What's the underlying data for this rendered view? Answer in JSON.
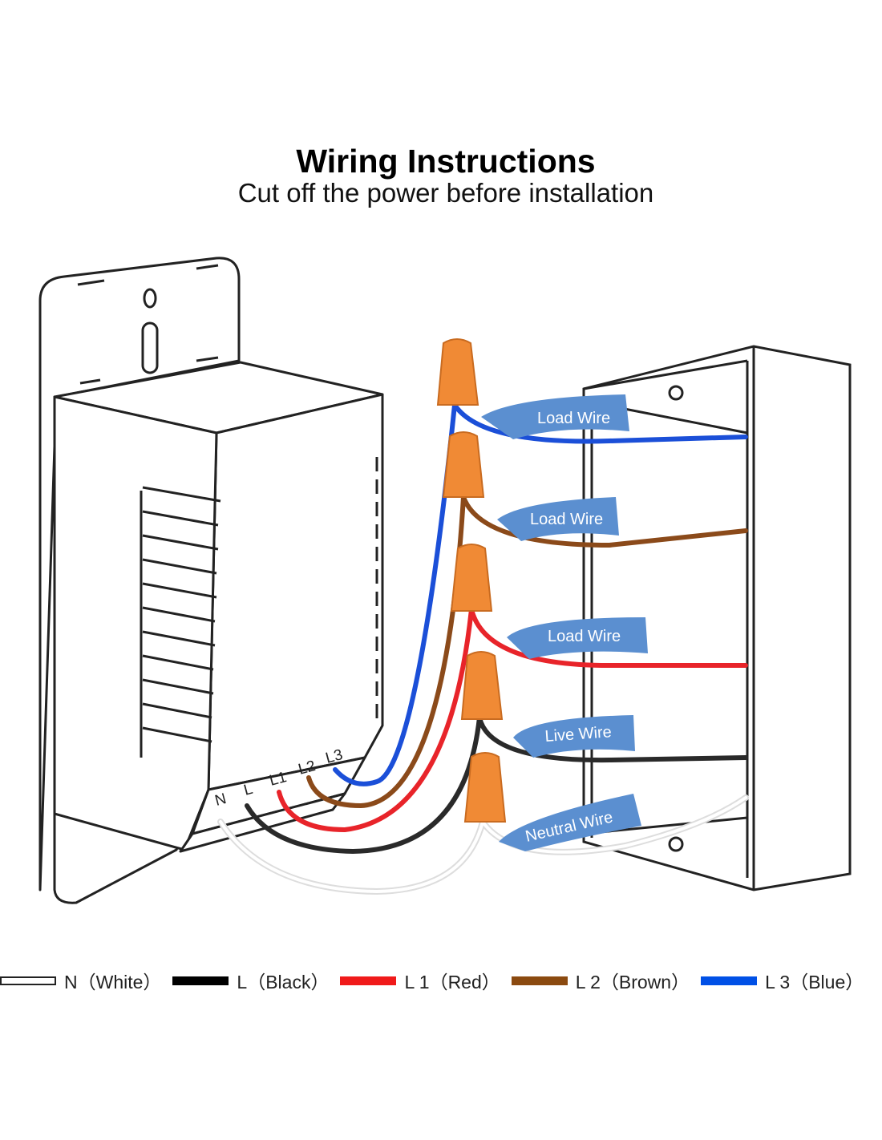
{
  "title": "Wiring Instructions",
  "subtitle": "Cut off the power before installation",
  "terminals": [
    "N",
    "L",
    "L1",
    "L2",
    "L3"
  ],
  "wire_labels": [
    "Load Wire",
    "Load Wire",
    "Load Wire",
    "Live Wire",
    "Neutral Wire"
  ],
  "legend": [
    {
      "label": "N（White）",
      "color": "#ffffff"
    },
    {
      "label": "L（Black）",
      "color": "#000000"
    },
    {
      "label": "L 1（Red）",
      "color": "#f01a1a"
    },
    {
      "label": "L 2（Brown）",
      "color": "#8b4a10"
    },
    {
      "label": "L 3（Blue）",
      "color": "#0050e6"
    }
  ],
  "colors": {
    "connector": "#f08a35",
    "banner": "#5b8fd0"
  }
}
